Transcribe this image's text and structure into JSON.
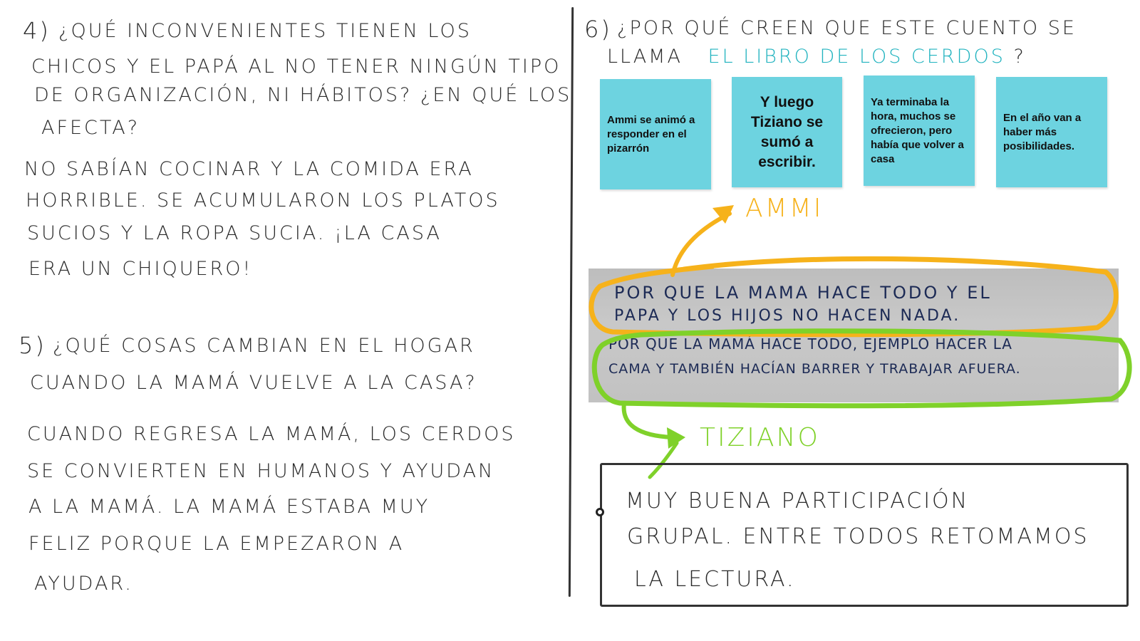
{
  "left": {
    "q4": {
      "number": "4)",
      "lines": [
        "¿QUÉ INCONVENIENTES TIENEN LOS",
        "CHICOS Y EL PAPÁ AL NO TENER NINGÚN TIPO",
        "DE ORGANIZACIÓN, NI HÁBITOS? ¿EN QUÉ LOS",
        "AFECTA?"
      ]
    },
    "a4": {
      "lines": [
        "NO SABÍAN COCINAR Y LA COMIDA ERA",
        "HORRIBLE. SE ACUMULARON LOS PLATOS",
        "SUCIOS Y LA ROPA SUCIA. ¡LA CASA",
        "ERA UN CHIQUERO!"
      ]
    },
    "q5": {
      "number": "5)",
      "lines": [
        "¿QUÉ COSAS CAMBIAN EN EL HOGAR",
        "CUANDO LA MAMÁ VUELVE A LA CASA?"
      ]
    },
    "a5": {
      "lines": [
        "CUANDO REGRESA LA MAMÁ, LOS CERDOS",
        "SE CONVIERTEN EN HUMANOS Y AYUDAN",
        "A LA MAMÁ. LA MAMÁ ESTABA MUY",
        "FELIZ PORQUE LA EMPEZARON A",
        "AYUDAR."
      ]
    }
  },
  "right": {
    "q6": {
      "number": "6)",
      "line1": "¿POR QUÉ CREEN QUE ESTE CUENTO SE",
      "line2_prefix": "LLAMA",
      "line2_title": "EL LIBRO DE LOS CERDOS",
      "line2_suffix": "?"
    },
    "notes": [
      "Ammi se animó a responder en el pizarrón",
      "Y luego Tiziano se sumó a escribir.",
      "Ya terminaba la hora, muchos se ofrecieron, pero había que volver a casa",
      "En el año van a haber más posibilidades."
    ],
    "names": {
      "first": "AMMI",
      "second": "TIZIANO"
    },
    "board": {
      "ammi_lines": [
        "POR QUE LA MAMA HACE TODO Y EL",
        "PAPA Y LOS HIJOS NO HACEN NADA."
      ],
      "tiziano_lines": [
        "POR QUE LA MAMÁ HACE TODO, EJEMPLO HACER LA",
        "CAMA Y TAMBIÉN HACÍAN BARRER Y TRABAJAR AFUERA."
      ]
    },
    "conclusion": [
      "MUY BUENA PARTICIPACIÓN",
      "GRUPAL. ENTRE TODOS RETOMAMOS",
      "LA LECTURA."
    ]
  },
  "colors": {
    "accent": "#21b3bf",
    "note_bg": "#6dd3e0",
    "ammi": "#f6b21b",
    "tiziano": "#7fd12a",
    "ink": "#2a2a2a"
  }
}
